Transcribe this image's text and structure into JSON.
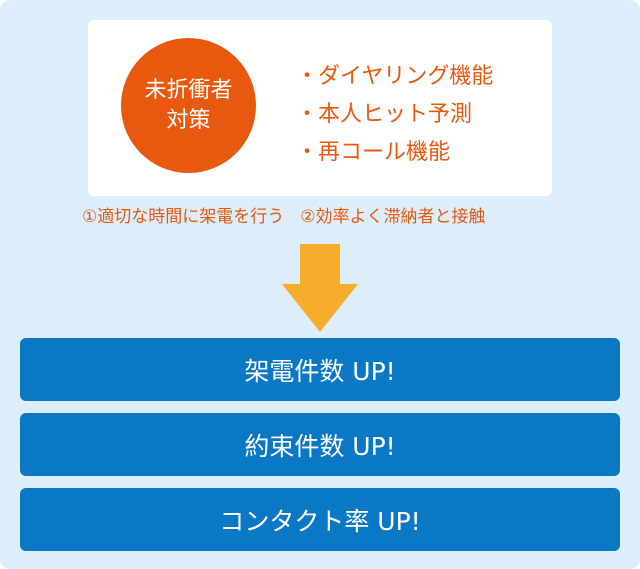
{
  "circle": {
    "line1": "未折衝者",
    "line2": "対策"
  },
  "features": [
    "・ダイヤリング機能",
    "・本人ヒット予測",
    "・再コール機能"
  ],
  "goals": [
    "①適切な時間に架電を行う",
    "②効率よく滞納者と接触"
  ],
  "results": [
    "架電件数 UP!",
    "約束件数 UP!",
    "コンタクト率 UP!"
  ],
  "colors": {
    "background": "#dceef9",
    "accent": "#e8580e",
    "arrow": "#f5ad2b",
    "bar": "#0a78c4"
  }
}
